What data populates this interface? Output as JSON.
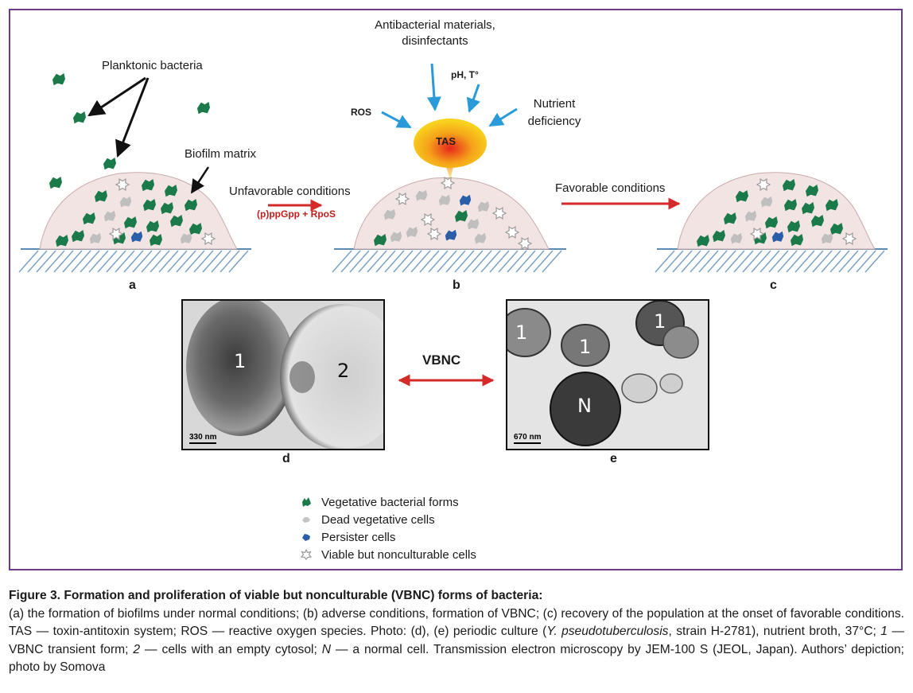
{
  "colors": {
    "frame": "#6a3a8c",
    "vegetative": "#1a7a4a",
    "dead": "#bfbfbf",
    "persister": "#2a5fa8",
    "arrow_red": "#d42a2a",
    "arrow_blue": "#2a9ad8",
    "matrix": "#f3e4e4"
  },
  "panel_a": {
    "letter": "a",
    "planktonic_label": "Planktonic bacteria",
    "biofilm_matrix_label": "Biofilm matrix"
  },
  "panel_b": {
    "letter": "b",
    "stressor_top": "Antibacterial materials,\ndisinfectants",
    "stressor_ph": "pH, T°",
    "stressor_ros": "ROS",
    "stressor_nutrient": "Nutrient\ndeficiency",
    "tas_label": "TAS"
  },
  "panel_c": {
    "letter": "c"
  },
  "transitions": {
    "unfavorable": "Unfavorable conditions",
    "signal": "(p)ppGpp + RpoS",
    "favorable": "Favorable conditions",
    "vbnc": "VBNC"
  },
  "micrograph_d": {
    "letter": "d",
    "scale": "330 nm",
    "cell_labels": [
      "1",
      "2"
    ]
  },
  "micrograph_e": {
    "letter": "e",
    "scale": "670 nm",
    "cell_labels": [
      "1",
      "1",
      "1",
      "N"
    ]
  },
  "legend": [
    {
      "icon": "vegetative-cell-icon",
      "label": "Vegetative bacterial forms"
    },
    {
      "icon": "dead-cell-icon",
      "label": "Dead vegetative cells"
    },
    {
      "icon": "persister-cell-icon",
      "label": "Persister cells"
    },
    {
      "icon": "vbnc-cell-icon",
      "label": "Viable but nonculturable cells"
    }
  ],
  "caption": {
    "title": "Figure 3. Formation and proliferation of viable but nonculturable (VBNC) forms of bacteria:",
    "body_1": "(a) the formation of biofilms under normal conditions; (b) adverse conditions, formation of VBNC; (c) recovery of the population at the onset of favorable conditions. TAS — toxin-antitoxin system; ROS — reactive oxygen species. Photo: (d), (e) periodic culture (",
    "species": "Y. pseudotuberculosis",
    "body_2": ", strain H-2781), nutrient broth, 37°C; ",
    "n1": "1",
    "body_3": " — VBNC transient form; ",
    "n2": "2",
    "body_4": " — cells with an empty cytosol; ",
    "nN": "N",
    "body_5": " — a normal cell. Transmission electron microscopy by JEM-100 S (JEOL, Japan). Authors’ depiction; photo by Somova"
  }
}
